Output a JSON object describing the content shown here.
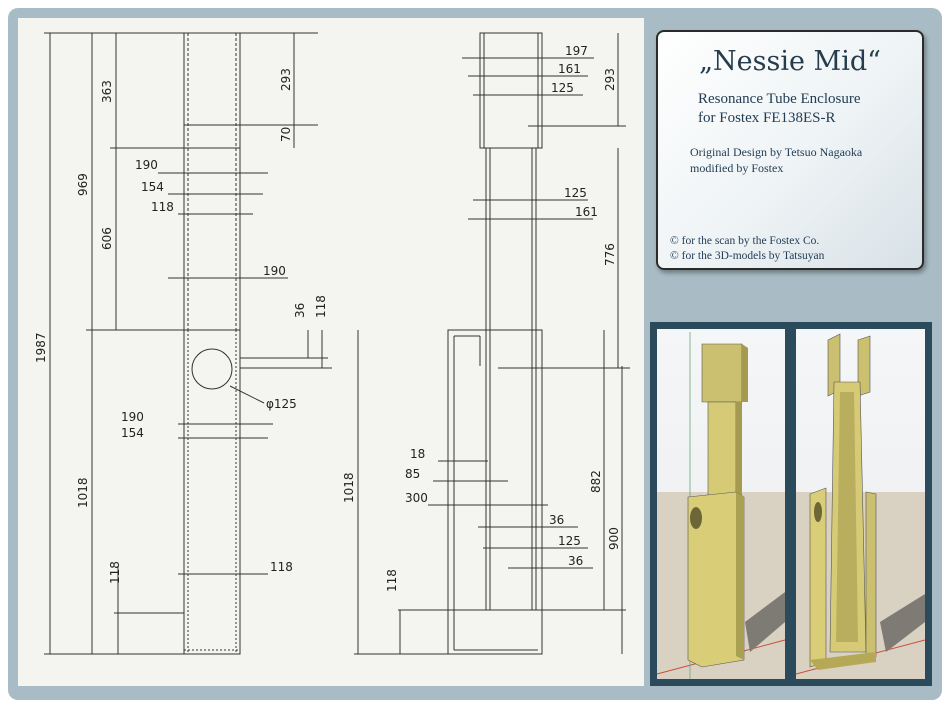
{
  "card": {
    "title": "„Nessie Mid“",
    "subtitle_line1": "Resonance Tube Enclosure",
    "subtitle_line2": "for Fostex FE138ES-R",
    "design_line1": "Original Design by Tetsuo Nagaoka",
    "design_line2": "modified by Fostex",
    "copyright_line1": "© for the scan by the Fostex Co.",
    "copyright_line2": "© for the 3D-models by Tatsuyan"
  },
  "front_view_dims": {
    "overall_height": "1987",
    "upper_section": "969",
    "upper_top_part": "363",
    "upper_lower_part": "606",
    "top_inner_depth": "293",
    "top_step": "70",
    "width_190_a": "190",
    "width_154_a": "154",
    "width_118_a": "118",
    "width_190_b": "190",
    "wall_36": "36",
    "offset_118_hole": "118",
    "hole_diameter": "φ125",
    "width_190_c": "190",
    "width_154_b": "154",
    "lower_section": "1018",
    "bottom_118_left": "118",
    "bottom_118_right": "118"
  },
  "side_view_dims": {
    "top_197": "197",
    "top_161": "161",
    "top_125": "125",
    "top_293": "293",
    "mid_125": "125",
    "mid_161": "161",
    "upper_776": "776",
    "lower_1018": "1018",
    "dim_18": "18",
    "dim_85": "85",
    "dim_300": "300",
    "dim_36_a": "36",
    "dim_125": "125",
    "dim_36_b": "36",
    "dim_882": "882",
    "dim_900": "900",
    "bottom_118": "118"
  }
}
